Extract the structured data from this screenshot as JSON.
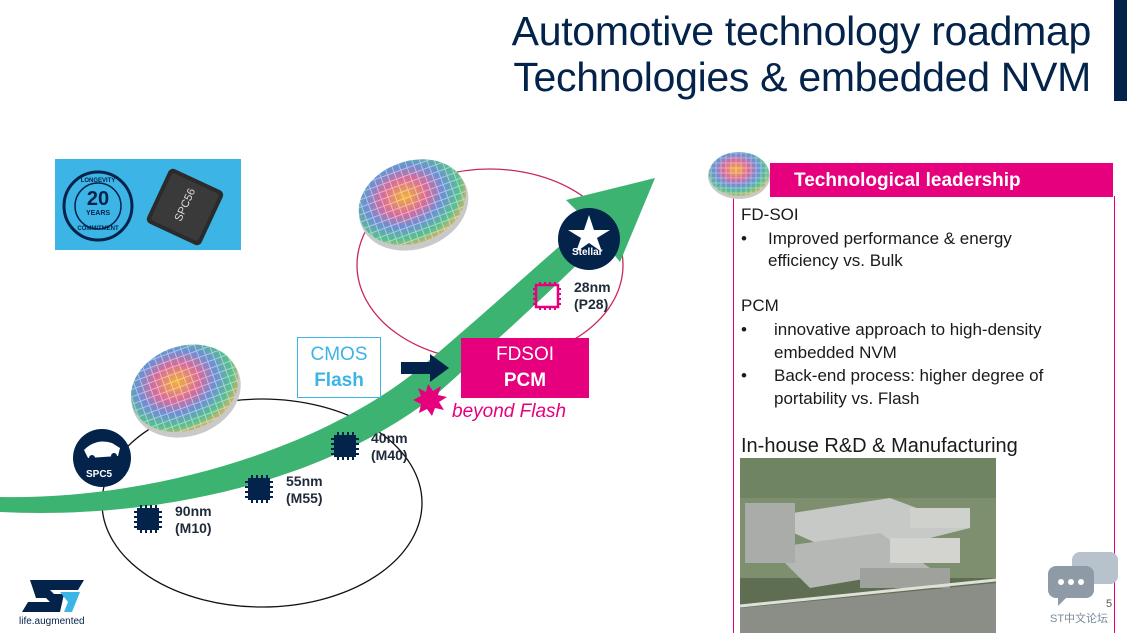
{
  "title": {
    "line1": "Automotive technology roadmap",
    "line2": "Technologies & embedded NVM"
  },
  "badge": {
    "longevity_top": "LONGEVITY",
    "years_number": "20",
    "years_word": "YEARS",
    "longevity_bottom": "COMMITMENT",
    "chip_text": "SPC56"
  },
  "roadmap": {
    "spc5_label": "SPC5",
    "stellar_label": "Stellar",
    "cmos_line1": "CMOS",
    "cmos_line2": "Flash",
    "fdsoi_line1": "FDSOI",
    "fdsoi_line2": "PCM",
    "beyond_flash": "beyond Flash",
    "nodes": [
      {
        "size": "90nm",
        "code": "(M10)"
      },
      {
        "size": "55nm",
        "code": "(M55)"
      },
      {
        "size": "40nm",
        "code": "(M40)"
      },
      {
        "size": "28nm",
        "code": "(P28)"
      }
    ]
  },
  "panel": {
    "header": "Technological leadership",
    "fdsoi_heading": "FD-SOI",
    "fdsoi_bullet1_line1": "Improved performance & energy",
    "fdsoi_bullet1_line2": "efficiency vs. Bulk",
    "pcm_heading": "PCM",
    "pcm_bullet1_line1": "innovative approach to high-density",
    "pcm_bullet1_line2": "embedded NVM",
    "pcm_bullet2_line1": "Back-end process: higher degree of",
    "pcm_bullet2_line2": "portability vs. Flash",
    "inhouse_heading": "In-house R&D & Manufacturing",
    "bullet_char": "•"
  },
  "footer": {
    "tagline": "life.augmented",
    "page_number": "5",
    "forum_text": "ST中文论坛"
  },
  "colors": {
    "navy": "#03234b",
    "magenta": "#e6007e",
    "green": "#3cb371",
    "sky": "#3cb4e6"
  }
}
